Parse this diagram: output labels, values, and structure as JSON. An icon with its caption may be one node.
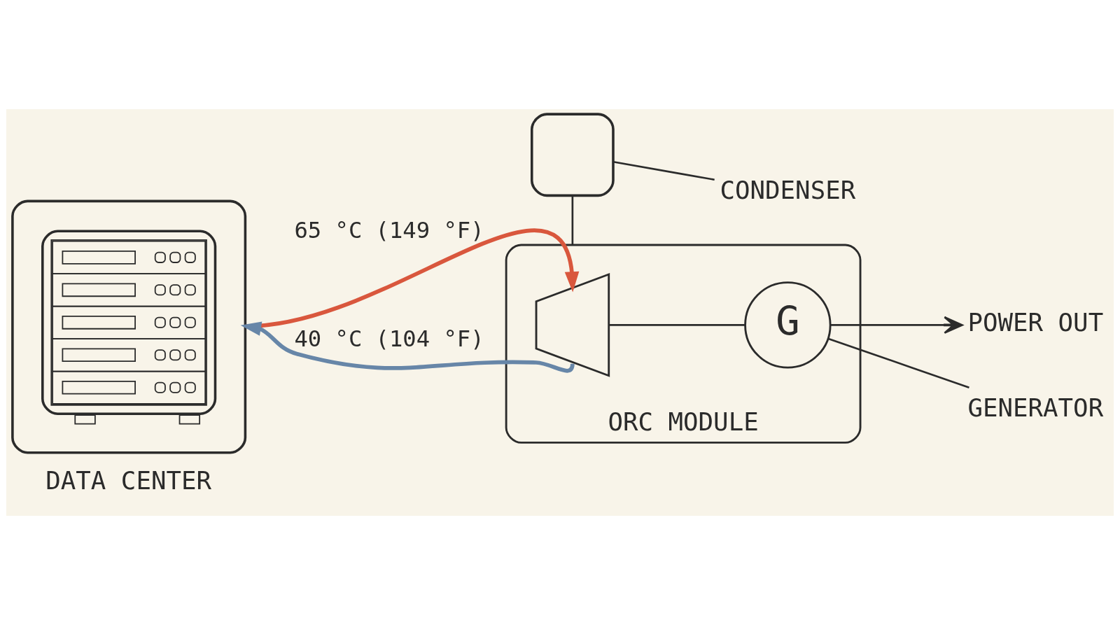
{
  "diagram": {
    "nodes": [
      {
        "text": [
          "DATA CENTER"
        ]
      },
      {
        "text": [
          "ORC MODULE"
        ]
      },
      {
        "text": [],
        "shape": "trapezoid",
        "in": 1
      },
      {
        "text": [
          "G"
        ],
        "in": 1
      },
      {
        "text": [],
        "shape": "box"
      },
      {
        "text": [
          "CONDENSER"
        ]
      },
      {
        "text": [
          "GENERATOR"
        ]
      },
      {
        "text": [
          "POWER OUT"
        ]
      }
    ],
    "edges": [
      {
        "from": 0,
        "to": 2,
        "arrow": "to",
        "label": "65 °C (149 °F)",
        "style": "thick",
        "color": "#d9573d"
      },
      {
        "from": 2,
        "to": 0,
        "arrow": "to",
        "label": "40 °C (104 °F)",
        "style": "thick",
        "color": "#6786a8"
      },
      {
        "from": 2,
        "to": 3,
        "arrow": "none"
      },
      {
        "from": 3,
        "to": 7,
        "arrow": "to"
      },
      {
        "from": 6,
        "to": 3,
        "arrow": "none"
      },
      {
        "from": 5,
        "to": 4,
        "arrow": "none"
      },
      {
        "from": 4,
        "to": 1,
        "arrow": "none"
      }
    ]
  }
}
